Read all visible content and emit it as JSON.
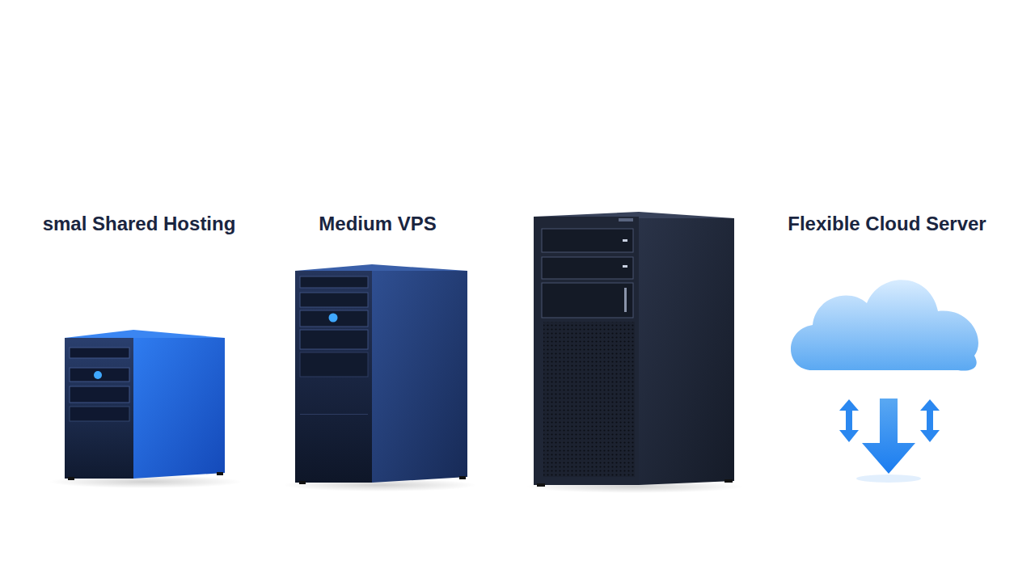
{
  "diagram": {
    "labels": [
      "smal Shared Hosting",
      "Medium VPS",
      "Flexible Cloud Server"
    ]
  }
}
